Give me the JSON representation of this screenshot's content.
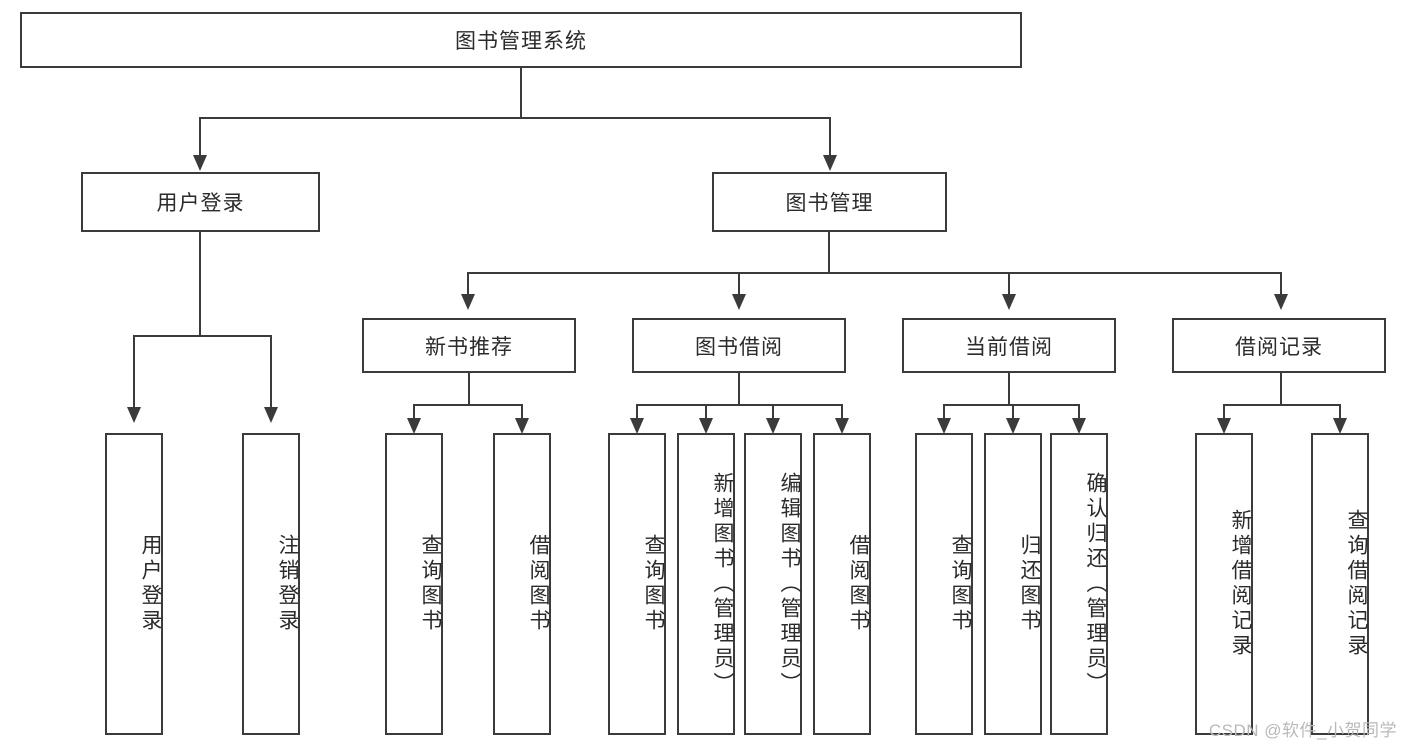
{
  "diagram": {
    "type": "tree-hierarchy",
    "title": "图书管理系统",
    "root": {
      "label": "图书管理系统"
    },
    "level2": [
      {
        "id": "user-login",
        "label": "用户登录"
      },
      {
        "id": "book-manage",
        "label": "图书管理"
      }
    ],
    "level3": [
      {
        "id": "new-book-recommend",
        "label": "新书推荐",
        "parent": "book-manage"
      },
      {
        "id": "book-borrow",
        "label": "图书借阅",
        "parent": "book-manage"
      },
      {
        "id": "current-borrow",
        "label": "当前借阅",
        "parent": "book-manage"
      },
      {
        "id": "borrow-record",
        "label": "借阅记录",
        "parent": "book-manage"
      }
    ],
    "leaves": {
      "user_login": [
        {
          "id": "leaf-user-login",
          "label": "用户登录"
        },
        {
          "id": "leaf-logout",
          "label": "注销登录"
        }
      ],
      "new_book_recommend": [
        {
          "id": "leaf-query-book-1",
          "label": "查询图书"
        },
        {
          "id": "leaf-borrow-book-1",
          "label": "借阅图书"
        }
      ],
      "book_borrow": [
        {
          "id": "leaf-query-book-2",
          "label": "查询图书"
        },
        {
          "id": "leaf-add-book",
          "label": "新增图书（管理员）"
        },
        {
          "id": "leaf-edit-book",
          "label": "编辑图书（管理员）"
        },
        {
          "id": "leaf-borrow-book-2",
          "label": "借阅图书"
        }
      ],
      "current_borrow": [
        {
          "id": "leaf-query-book-3",
          "label": "查询图书"
        },
        {
          "id": "leaf-return-book",
          "label": "归还图书"
        },
        {
          "id": "leaf-confirm-return",
          "label": "确认归还（管理员）"
        }
      ],
      "borrow_record": [
        {
          "id": "leaf-add-record",
          "label": "新增借阅记录"
        },
        {
          "id": "leaf-query-record",
          "label": "查询借阅记录"
        }
      ]
    }
  },
  "watermark": {
    "text": "CSDN @软件_小贺同学"
  },
  "colors": {
    "stroke": "#3b3b3b",
    "background": "#ffffff",
    "text": "#2b2b2b",
    "watermark": "#b9b9b9"
  }
}
